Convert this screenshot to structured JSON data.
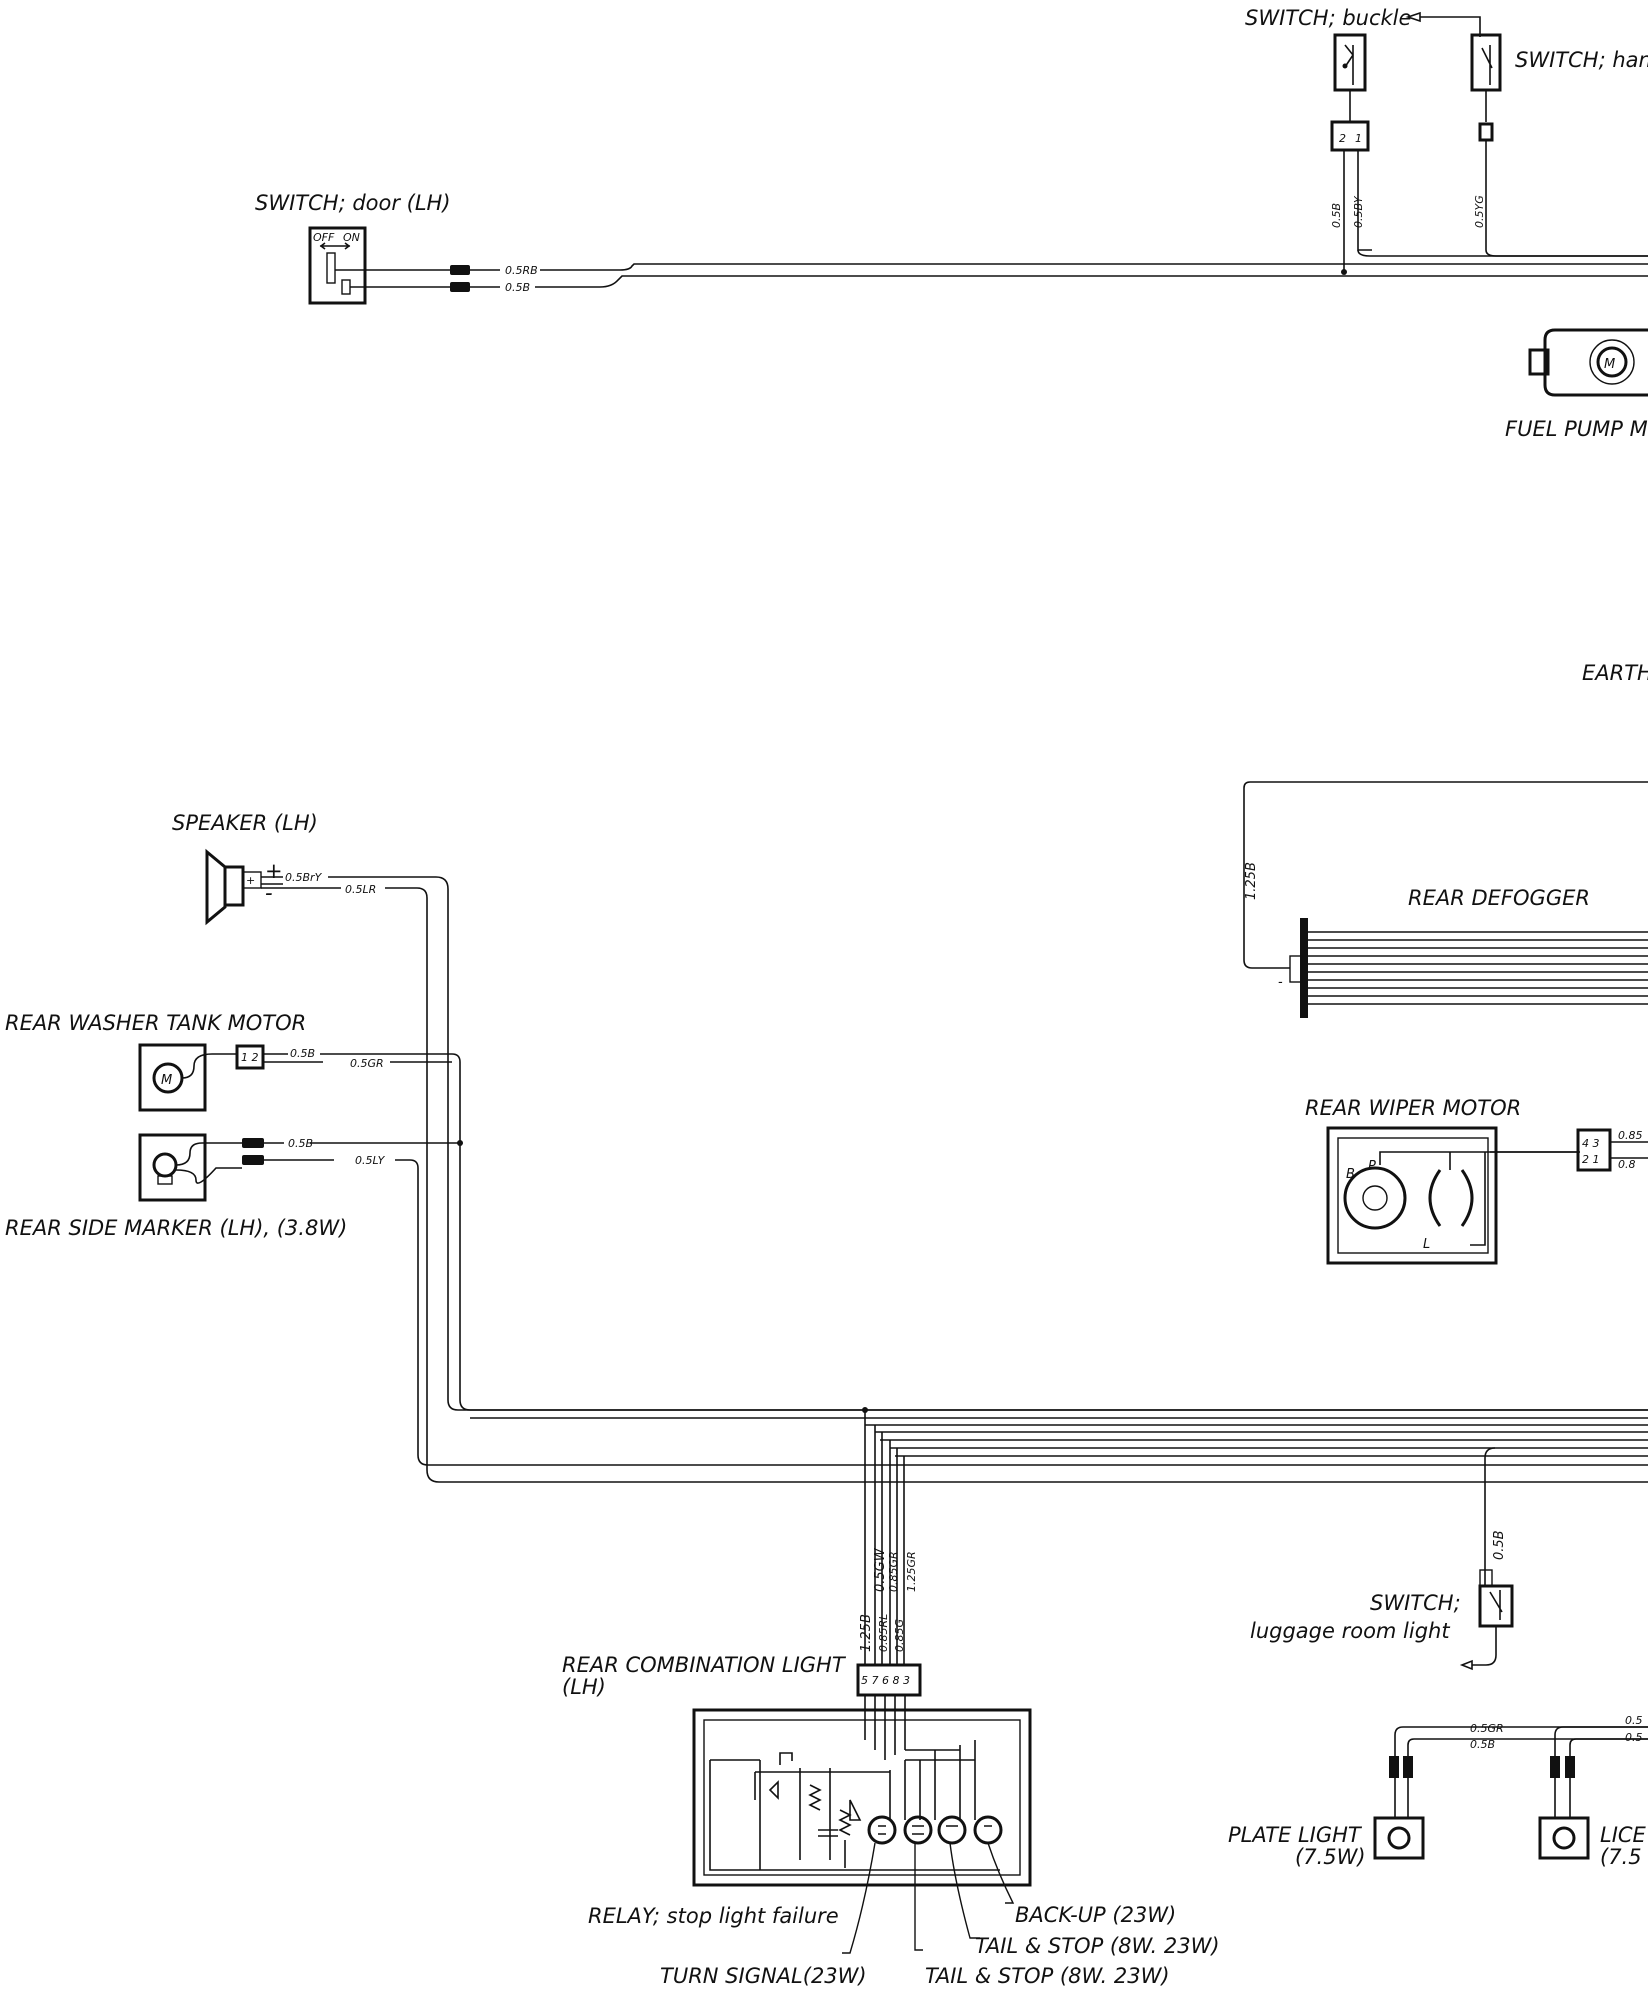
{
  "labels": {
    "switch_buckle": "SWITCH; buckle",
    "switch_hand": "SWITCH; hand",
    "switch_door": "SWITCH; door (LH)",
    "off": "OFF",
    "on": "ON",
    "fuel_pump": "FUEL PUMP M",
    "earth": "EARTH",
    "speaker": "SPEAKER (LH)",
    "rear_washer": "REAR WASHER TANK MOTOR",
    "rear_side_marker": "REAR SIDE MARKER (LH), (3.8W)",
    "rear_defogger": "REAR DEFOGGER",
    "rear_wiper": "REAR WIPER MOTOR",
    "switch_luggage_1": "SWITCH;",
    "switch_luggage_2": "luggage room light",
    "rear_combo_1": "REAR COMBINATION LIGHT",
    "rear_combo_2": "(LH)",
    "relay": "RELAY; stop light failure",
    "turn_signal": "TURN SIGNAL(23W)",
    "tail_stop_1": "TAIL & STOP (8W. 23W)",
    "tail_stop_2": "TAIL & STOP (8W. 23W)",
    "backup": "BACK-UP (23W)",
    "plate_light_1": "PLATE LIGHT",
    "plate_light_2": "(7.5W)",
    "license_1": "LICE",
    "license_2": "(7.5"
  },
  "wire_codes": {
    "door_a": "0.5RB",
    "door_b": "0.5B",
    "buckle_a": "0.5B",
    "buckle_b": "0.5BY",
    "hand": "0.5YG",
    "speaker_a": "0.5BrY",
    "speaker_b": "0.5LR",
    "washer_a": "0.5B",
    "washer_b": "0.5GR",
    "marker_a": "0.5B",
    "marker_b": "0.5LY",
    "defogger": "1.25B",
    "wiper_a": "0.85",
    "wiper_b": "0.8",
    "luggage": "0.5B",
    "combo_1": "1.25B",
    "combo_2": "0.5GW",
    "combo_3": "0.85RL",
    "combo_4": "0.85GR",
    "combo_5": "0.85G",
    "combo_6": "1.25GR",
    "plate_a": "0.5GR",
    "plate_b": "0.5B",
    "license_a": "0.5",
    "license_b": "0.5"
  },
  "terminals": {
    "wiper_b": "B",
    "wiper_p": "P",
    "wiper_l": "L",
    "speaker_plus": "+",
    "speaker_minus": "-",
    "defogger_minus": "-",
    "combo_pins": "5 7 6 8 3"
  },
  "icons": {
    "motor": "M"
  }
}
